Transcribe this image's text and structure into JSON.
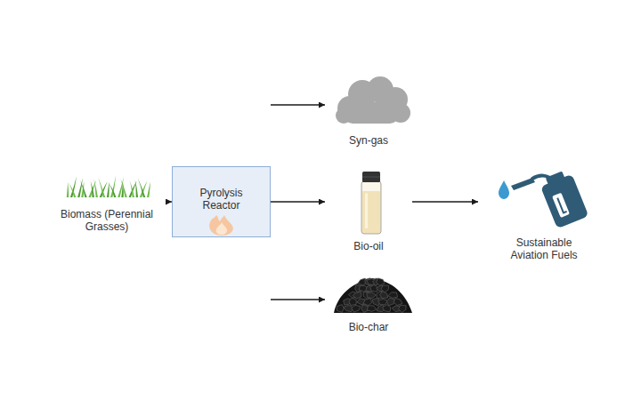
{
  "diagram": {
    "nodes": [
      {
        "text": [
          "Biomass (Perennial Grasses)"
        ]
      },
      {
        "text": [
          "Pyrolysis Reactor"
        ]
      },
      {
        "text": [
          "Syn-gas"
        ]
      },
      {
        "text": [
          "Bio-oil"
        ]
      },
      {
        "text": [
          "Bio-char"
        ]
      },
      {
        "text": [
          "Sustainable Aviation Fuels"
        ]
      }
    ],
    "edges": [
      {
        "from": 0,
        "to": 1,
        "arrow": "to"
      },
      {
        "from": 1,
        "to": 2,
        "arrow": "to"
      },
      {
        "from": 1,
        "to": 3,
        "arrow": "to"
      },
      {
        "from": 1,
        "to": 4,
        "arrow": "to"
      },
      {
        "from": 3,
        "to": 5,
        "arrow": "to"
      }
    ]
  }
}
